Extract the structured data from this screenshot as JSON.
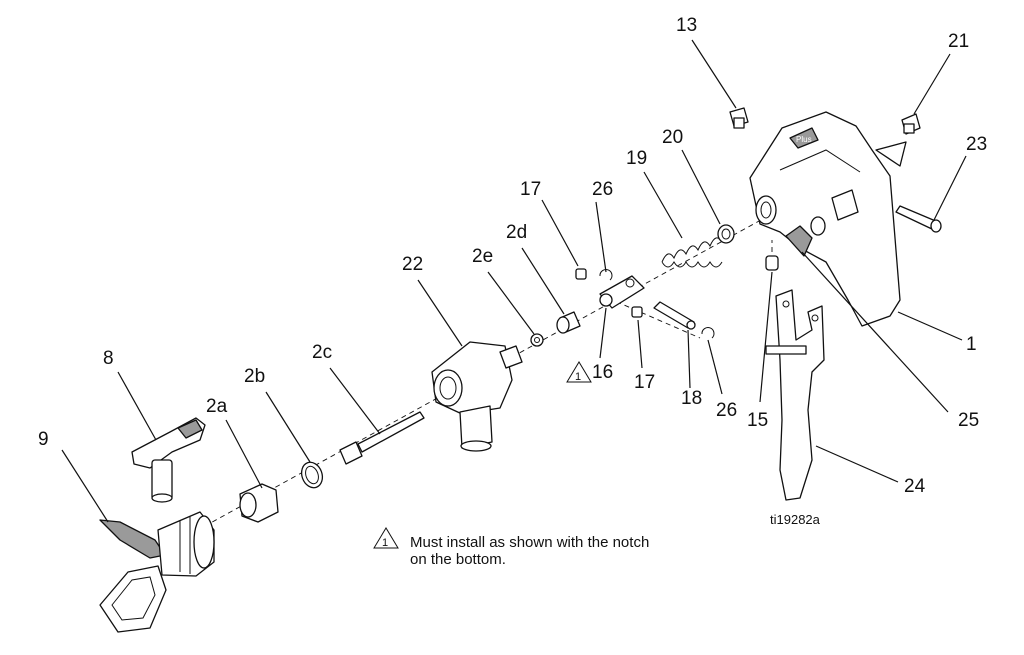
{
  "callouts": {
    "c1": "1",
    "c2a": "2a",
    "c2b": "2b",
    "c2c": "2c",
    "c2d": "2d",
    "c2e": "2e",
    "c8": "8",
    "c9": "9",
    "c13": "13",
    "c15": "15",
    "c16": "16",
    "c17a": "17",
    "c17b": "17",
    "c18": "18",
    "c19": "19",
    "c20": "20",
    "c21": "21",
    "c22": "22",
    "c23": "23",
    "c24": "24",
    "c25": "25",
    "c26a": "26",
    "c26b": "26"
  },
  "note": {
    "line1": "Must install as shown with the notch",
    "line2": "on the bottom.",
    "warning_symbol": "1"
  },
  "figure_id": "ti19282a",
  "trigger_logo": "Plus"
}
